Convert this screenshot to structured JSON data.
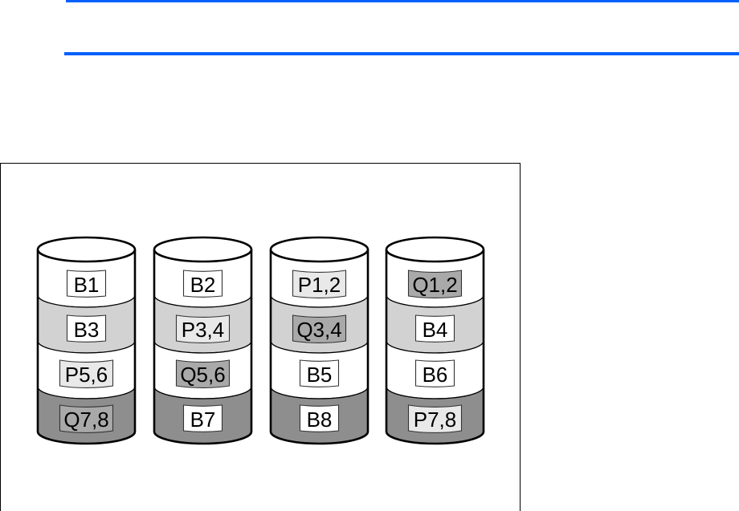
{
  "header": {
    "rule_color": "#0561fb"
  },
  "figure": {
    "band_colors": [
      "#ffffff",
      "#d2d2d2",
      "#ffffff",
      "#8e8e8e"
    ],
    "block_type_fills": {
      "data": "#ffffff",
      "p-parity": "#e9e9e9",
      "q-parity": "#a9a9a9"
    },
    "disks": [
      {
        "blocks": [
          {
            "label": "B1",
            "type": "data"
          },
          {
            "label": "B3",
            "type": "data"
          },
          {
            "label": "P5,6",
            "type": "p-parity"
          },
          {
            "label": "Q7,8",
            "type": "q-parity"
          }
        ]
      },
      {
        "blocks": [
          {
            "label": "B2",
            "type": "data"
          },
          {
            "label": "P3,4",
            "type": "p-parity"
          },
          {
            "label": "Q5,6",
            "type": "q-parity"
          },
          {
            "label": "B7",
            "type": "data"
          }
        ]
      },
      {
        "blocks": [
          {
            "label": "P1,2",
            "type": "p-parity"
          },
          {
            "label": "Q3,4",
            "type": "q-parity"
          },
          {
            "label": "B5",
            "type": "data"
          },
          {
            "label": "B8",
            "type": "data"
          }
        ]
      },
      {
        "blocks": [
          {
            "label": "Q1,2",
            "type": "q-parity"
          },
          {
            "label": "B4",
            "type": "data"
          },
          {
            "label": "B6",
            "type": "data"
          },
          {
            "label": "P7,8",
            "type": "p-parity"
          }
        ]
      }
    ]
  }
}
